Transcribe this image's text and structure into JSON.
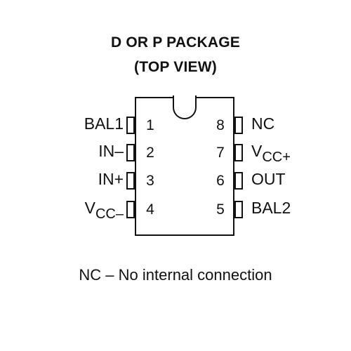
{
  "title_line1": "D OR P PACKAGE",
  "title_line2": "(TOP VIEW)",
  "pins": [
    {
      "number": "1",
      "label": "BAL1",
      "sub": ""
    },
    {
      "number": "2",
      "label": "IN–",
      "sub": ""
    },
    {
      "number": "3",
      "label": "IN+",
      "sub": ""
    },
    {
      "number": "4",
      "label": "V",
      "sub": "CC–"
    },
    {
      "number": "5",
      "label": "BAL2",
      "sub": ""
    },
    {
      "number": "6",
      "label": "OUT",
      "sub": ""
    },
    {
      "number": "7",
      "label": "V",
      "sub": "CC+"
    },
    {
      "number": "8",
      "label": "NC",
      "sub": ""
    }
  ],
  "note": "NC – No internal connection"
}
